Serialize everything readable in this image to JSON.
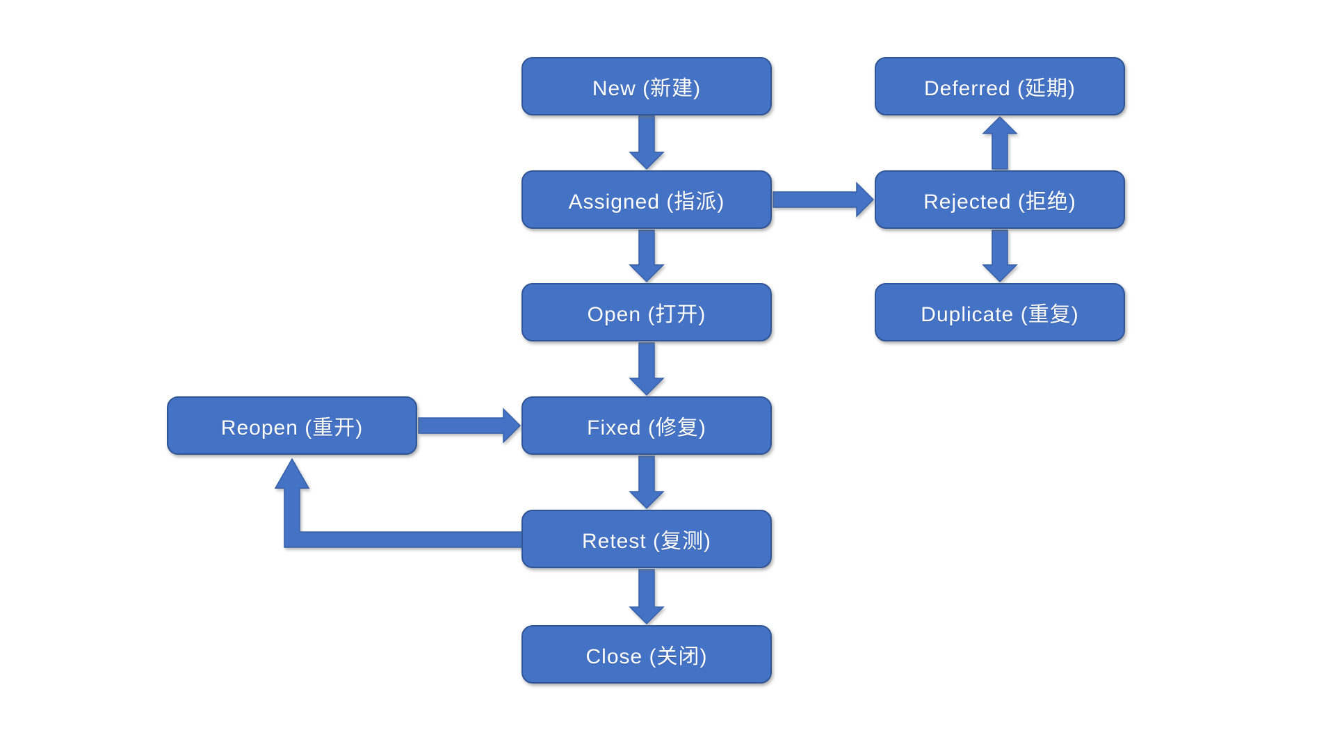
{
  "diagram": {
    "description": "Defect / bug lifecycle flowchart",
    "colors": {
      "node_fill": "#4472C4",
      "node_border": "#2F5597",
      "arrow_fill": "#4472C4",
      "text": "#FFFFFF",
      "background": "#FFFFFF"
    },
    "nodes": [
      {
        "id": "new",
        "label": "New (新建)"
      },
      {
        "id": "assigned",
        "label": "Assigned (指派)"
      },
      {
        "id": "open",
        "label": "Open (打开)"
      },
      {
        "id": "fixed",
        "label": "Fixed (修复)"
      },
      {
        "id": "retest",
        "label": "Retest (复测)"
      },
      {
        "id": "close",
        "label": "Close (关闭)"
      },
      {
        "id": "deferred",
        "label": "Deferred (延期)"
      },
      {
        "id": "rejected",
        "label": "Rejected (拒绝)"
      },
      {
        "id": "duplicate",
        "label": "Duplicate (重复)"
      },
      {
        "id": "reopen",
        "label": "Reopen (重开)"
      }
    ],
    "edges": [
      {
        "from": "new",
        "to": "assigned",
        "direction": "down"
      },
      {
        "from": "assigned",
        "to": "rejected",
        "direction": "right"
      },
      {
        "from": "rejected",
        "to": "deferred",
        "direction": "up"
      },
      {
        "from": "rejected",
        "to": "duplicate",
        "direction": "down"
      },
      {
        "from": "assigned",
        "to": "open",
        "direction": "down"
      },
      {
        "from": "open",
        "to": "fixed",
        "direction": "down"
      },
      {
        "from": "reopen",
        "to": "fixed",
        "direction": "right"
      },
      {
        "from": "fixed",
        "to": "retest",
        "direction": "down"
      },
      {
        "from": "retest",
        "to": "reopen",
        "direction": "left-then-up-elbow"
      },
      {
        "from": "retest",
        "to": "close",
        "direction": "down"
      }
    ]
  }
}
